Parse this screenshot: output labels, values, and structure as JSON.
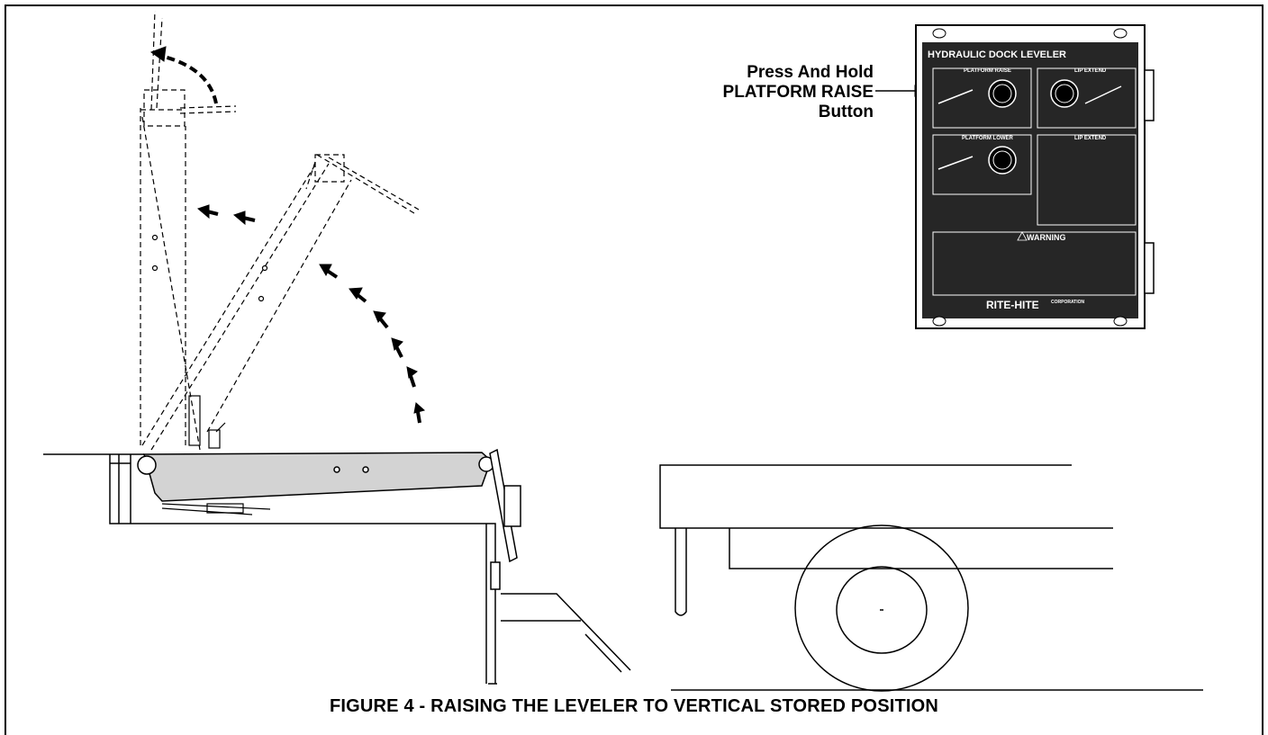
{
  "callout": {
    "line1": "Press And Hold",
    "line2": "PLATFORM RAISE",
    "line3": "Button"
  },
  "panel": {
    "title": "HYDRAULIC DOCK LEVELER",
    "platform_raise": "PLATFORM RAISE",
    "lip_extend": "LIP EXTEND",
    "platform_lower": "PLATFORM LOWER",
    "lip_extend_instructions": "LIP EXTEND",
    "warning": "WARNING",
    "brand": "RITE-HITE",
    "brand_suffix": "CORPORATION"
  },
  "caption": "FIGURE 4 - RAISING THE LEVELER TO VERTICAL STORED POSITION"
}
